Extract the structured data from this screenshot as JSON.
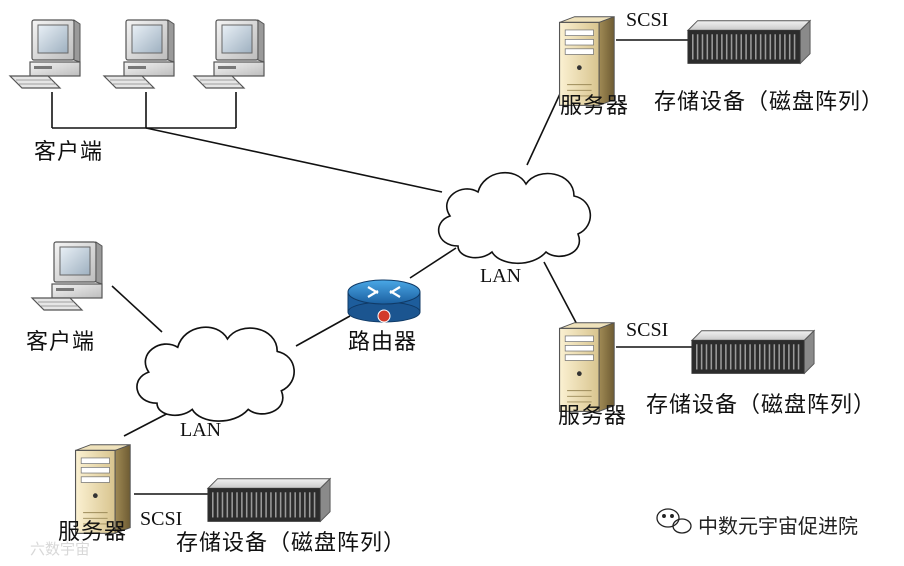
{
  "labels": {
    "client_top": "客户端",
    "client_left": "客户端",
    "server_top": "服务器",
    "server_mid": "服务器",
    "server_bottom": "服务器",
    "storage_top": "存储设备（磁盘阵列）",
    "storage_mid": "存储设备（磁盘阵列）",
    "storage_bottom": "存储设备（磁盘阵列）",
    "scsi_top": "SCSI",
    "scsi_mid": "SCSI",
    "scsi_bottom": "SCSI",
    "lan_right": "LAN",
    "lan_left": "LAN",
    "router": "路由器"
  },
  "watermark": {
    "text": "中数元宇宙促进院",
    "faint_text": "六数宇宙"
  },
  "icons": [
    "desktop-computer-icon",
    "server-tower-icon",
    "disk-array-icon",
    "cloud-icon",
    "router-icon",
    "wechat-icon"
  ]
}
